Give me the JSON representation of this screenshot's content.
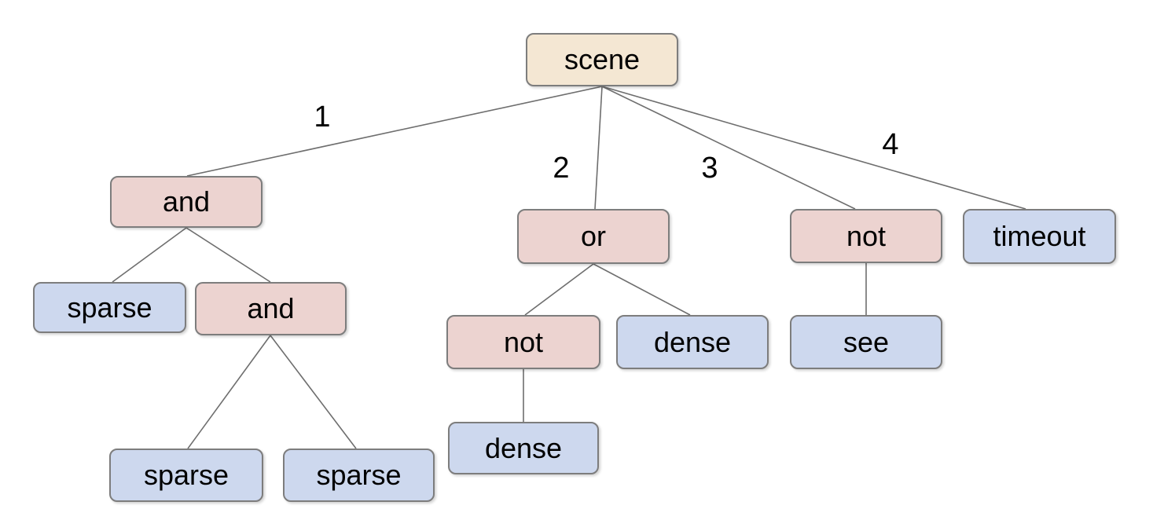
{
  "diagram": {
    "type": "tree",
    "background": "#ffffff",
    "colors": {
      "root_fill": "#f4e7d3",
      "operator_fill": "#ecd3d0",
      "leaf_fill": "#cdd8ee",
      "node_border": "#7d7d7d",
      "edge_line": "#6e6e6e",
      "text": "#000000",
      "bg": "#ffffff"
    },
    "nodes": [
      {
        "id": "scene",
        "label": "scene",
        "kind": "root"
      },
      {
        "id": "and",
        "label": "and",
        "kind": "operator"
      },
      {
        "id": "or",
        "label": "or",
        "kind": "operator"
      },
      {
        "id": "not",
        "label": "not",
        "kind": "operator"
      },
      {
        "id": "timeout",
        "label": "timeout",
        "kind": "leaf"
      },
      {
        "id": "sparse",
        "label": "sparse",
        "kind": "leaf"
      },
      {
        "id": "and-2",
        "label": "and",
        "kind": "operator"
      },
      {
        "id": "not-2",
        "label": "not",
        "kind": "operator"
      },
      {
        "id": "dense",
        "label": "dense",
        "kind": "leaf"
      },
      {
        "id": "see",
        "label": "see",
        "kind": "leaf"
      },
      {
        "id": "dense-2",
        "label": "dense",
        "kind": "leaf"
      },
      {
        "id": "sparse-2",
        "label": "sparse",
        "kind": "leaf"
      },
      {
        "id": "sparse-3",
        "label": "sparse",
        "kind": "leaf"
      }
    ],
    "edges": [
      {
        "from": "scene",
        "to": "and",
        "label": "1"
      },
      {
        "from": "scene",
        "to": "or",
        "label": "2"
      },
      {
        "from": "scene",
        "to": "not",
        "label": "3"
      },
      {
        "from": "scene",
        "to": "timeout",
        "label": "4"
      },
      {
        "from": "and",
        "to": "sparse",
        "label": ""
      },
      {
        "from": "and",
        "to": "and-2",
        "label": ""
      },
      {
        "from": "and-2",
        "to": "sparse-2",
        "label": ""
      },
      {
        "from": "and-2",
        "to": "sparse-3",
        "label": ""
      },
      {
        "from": "or",
        "to": "not-2",
        "label": ""
      },
      {
        "from": "or",
        "to": "dense",
        "label": ""
      },
      {
        "from": "not-2",
        "to": "dense-2",
        "label": ""
      },
      {
        "from": "not",
        "to": "see",
        "label": ""
      }
    ]
  }
}
